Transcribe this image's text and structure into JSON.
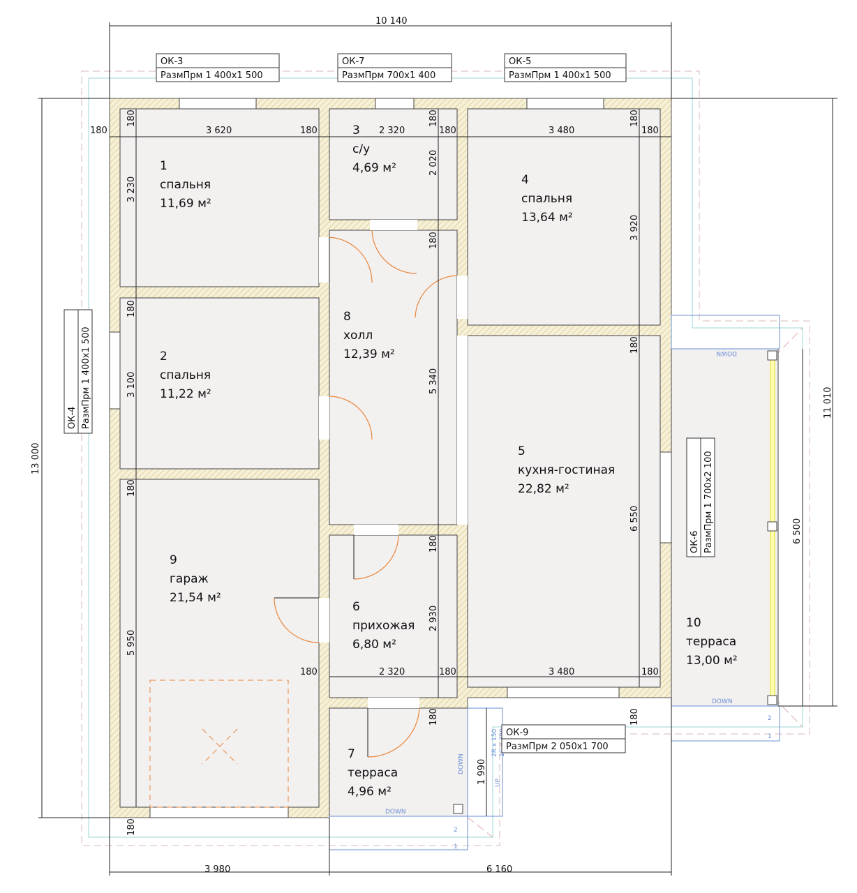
{
  "rooms": [
    {
      "num": "1",
      "name": "спальня",
      "area": "11,69 м²"
    },
    {
      "num": "2",
      "name": "спальня",
      "area": "11,22 м²"
    },
    {
      "num": "3",
      "name": "с/у",
      "area": "4,69 м²"
    },
    {
      "num": "4",
      "name": "спальня",
      "area": "13,64 м²"
    },
    {
      "num": "5",
      "name": "кухня-гостиная",
      "area": "22,82 м²"
    },
    {
      "num": "6",
      "name": "прихожая",
      "area": "6,80 м²"
    },
    {
      "num": "7",
      "name": "терраса",
      "area": "4,96 м²"
    },
    {
      "num": "8",
      "name": "холл",
      "area": "12,39 м²"
    },
    {
      "num": "9",
      "name": "гараж",
      "area": "21,54 м²"
    },
    {
      "num": "10",
      "name": "терраса",
      "area": "13,00 м²"
    }
  ],
  "windows": [
    {
      "id": "ОК-3",
      "size": "РазмПрм  1 400х1 500"
    },
    {
      "id": "ОК-7",
      "size": "РазмПрм  700х1 400"
    },
    {
      "id": "ОК-5",
      "size": "РазмПрм  1 400х1 500"
    },
    {
      "id": "ОК-4",
      "size": "РазмПрм  1 400х1 500"
    },
    {
      "id": "ОК-6",
      "size": "РазмПрм  1 700х2 100"
    },
    {
      "id": "ОК-9",
      "size": "РазмПрм  2 050х1 700"
    }
  ],
  "dims": {
    "total_width": "10 140",
    "total_height": "13 000",
    "right_height": "11 010",
    "terrace_len": "6 500",
    "bottom_left": "3 980",
    "bottom_right": "6 160",
    "d3620": "3 620",
    "d2320": "2 320",
    "d3480": "3 480",
    "d180": "180",
    "d3230": "3 230",
    "d3100": "3 100",
    "d5950": "5 950",
    "d2020": "2 020",
    "d5340": "5 340",
    "d2930": "2 930",
    "d3920": "3 920",
    "d6550": "6 550",
    "d1990": "1 990"
  },
  "stairs": {
    "down": "DOWN",
    "up": "UP",
    "spec": "2R x 150",
    "spec2": "1G x 300",
    "step1": "1",
    "step2": "2"
  }
}
